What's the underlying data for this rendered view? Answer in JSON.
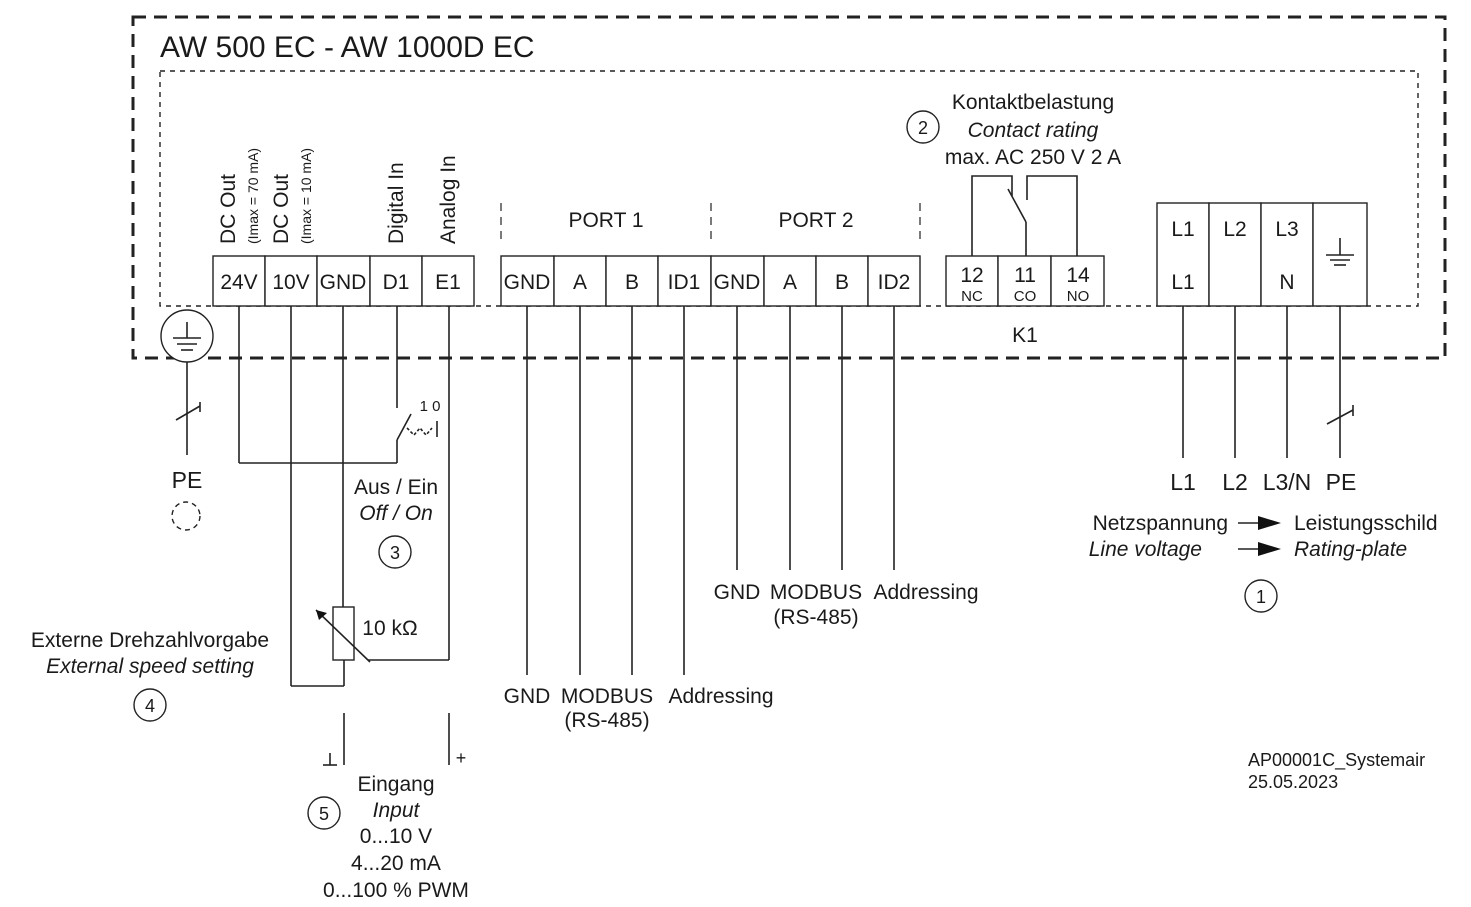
{
  "title": "AW 500 EC - AW 1000D EC",
  "left_terminals": [
    {
      "id": "24v",
      "label": "24V",
      "heading": "DC Out",
      "subheading": "(Imax = 70 mA)"
    },
    {
      "id": "10v",
      "label": "10V",
      "heading": "DC Out",
      "subheading": "(Imax = 10 mA)"
    },
    {
      "id": "gnd",
      "label": "GND",
      "heading": "",
      "subheading": ""
    },
    {
      "id": "d1",
      "label": "D1",
      "heading": "Digital In",
      "subheading": ""
    },
    {
      "id": "e1",
      "label": "E1",
      "heading": "Analog In",
      "subheading": ""
    }
  ],
  "port1": {
    "title": "PORT 1",
    "terminals": [
      "GND",
      "A",
      "B",
      "ID1"
    ],
    "bottom_labels": {
      "gnd": "GND",
      "modbus": "MODBUS",
      "rs485": "(RS-485)",
      "addressing": "Addressing"
    }
  },
  "port2": {
    "title": "PORT 2",
    "terminals": [
      "GND",
      "A",
      "B",
      "ID2"
    ],
    "bottom_labels": {
      "gnd": "GND",
      "modbus": "MODBUS",
      "rs485": "(RS-485)",
      "addressing": "Addressing"
    }
  },
  "relay": {
    "heading_de": "Kontaktbelastung",
    "heading_en": "Contact rating",
    "rating": "max. AC 250 V 2 A",
    "marker": "2",
    "name": "K1",
    "terminals": [
      {
        "num": "12",
        "sub": "NC"
      },
      {
        "num": "11",
        "sub": "CO"
      },
      {
        "num": "14",
        "sub": "NO"
      }
    ]
  },
  "power": {
    "top_labels": [
      "L1",
      "L2",
      "L3"
    ],
    "bottom_labels": [
      "L1",
      "",
      "N"
    ],
    "supply_labels": [
      "L1",
      "L2",
      "L3/N",
      "PE"
    ],
    "line_voltage_de": "Netzspannung",
    "line_voltage_en": "Line voltage",
    "rating_plate_de": "Leistungsschild",
    "rating_plate_en": "Rating-plate",
    "marker": "1"
  },
  "pe_left": "PE",
  "switch": {
    "scale": "1 0",
    "label_de": "Aus / Ein",
    "label_en": "Off / On",
    "marker": "3"
  },
  "potentiometer": {
    "value": "10 kΩ",
    "label_de": "Externe Drehzahlvorgabe",
    "label_en": "External speed setting",
    "marker": "4"
  },
  "input": {
    "label_de": "Eingang",
    "label_en": "Input",
    "options": [
      "0...10 V",
      "4...20 mA",
      "0...100 % PWM"
    ],
    "plus": "+",
    "marker": "5"
  },
  "doc_code": "AP00001C_Systemair",
  "doc_date": "25.05.2023",
  "colors": {
    "line": "#222222",
    "text": "#1a1a1a",
    "background": "#ffffff"
  }
}
